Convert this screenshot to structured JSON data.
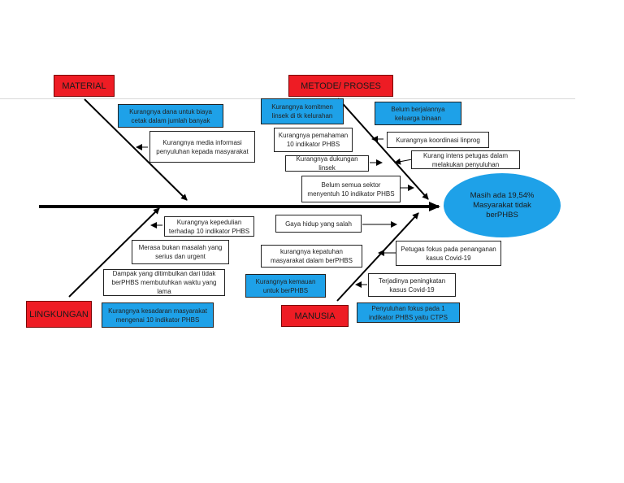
{
  "categories": {
    "material": "MATERIAL",
    "metode": "METODE/ PROSES",
    "lingkungan": "LINGKUNGAN",
    "manusia": "MANUSIA"
  },
  "effect": "Masih ada 19,54% Masyarakat tidak berPHBS",
  "causes": {
    "material": [
      "Kurangnya dana untuk biaya cetak dalam jumlah banyak",
      "Kurangnya media informasi penyuluhan kepada masyarakat"
    ],
    "metode": [
      "Kurangnya komitmen linsek di tk kelurahan",
      "Belum berjalannya keluarga binaan",
      "Kurangnya pemahaman 10 indikator PHBS",
      "Kurangnya koordinasi linprog",
      "Kurang intens petugas dalam melakukan penyuluhan",
      "Kurangnya dukungan linsek",
      "Belum semua sektor menyentuh 10 indikator PHBS"
    ],
    "lingkungan": [
      "Kurangnya kepedulian terhadap 10 indikator PHBS",
      "Merasa bukan masalah yang serius dan urgent",
      "Dampak yang ditimbulkan dari tidak berPHBS membutuhkan waktu yang lama",
      "Kurangnya kesadaran masyarakat mengenai 10 indikator PHBS"
    ],
    "manusia": [
      "Gaya hidup yang salah",
      "Petugas fokus pada penanganan kasus Covid-19",
      "kurangnya kepatuhan masyarakat dalam berPHBS",
      "Terjadinya peningkatan kasus Covid-19",
      "Kurangnya kemauan untuk berPHBS",
      "Penyuluhan fokus pada 1 indikator PHBS yaitu CTPS"
    ]
  },
  "colors": {
    "category": "#ee1c24",
    "blue_box": "#1ea1e8",
    "effect": "#1ea1e8"
  }
}
